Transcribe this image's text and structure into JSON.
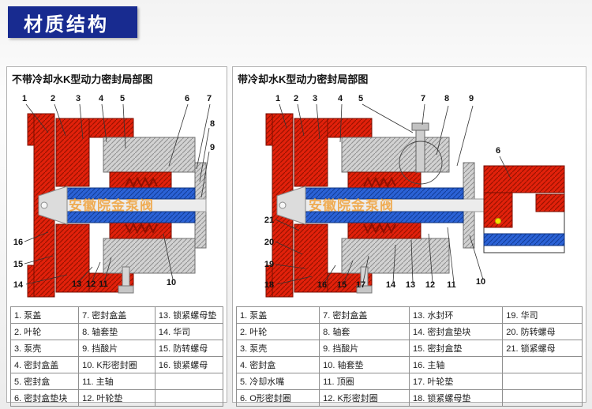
{
  "page": {
    "title": "材质结构"
  },
  "colors": {
    "header_bg": "#182b90",
    "casing_red": "#e2210b",
    "part_gray": "#d2d2d2",
    "sleeve_blue": "#2b62d6",
    "watermark_orange": "#f0a13a"
  },
  "watermark": "安徽院金泵阀",
  "left_panel": {
    "title": "不带冷却水K型动力密封局部图",
    "callouts": [
      "1",
      "2",
      "3",
      "4",
      "5",
      "6",
      "7",
      "8",
      "9",
      "16",
      "15",
      "14",
      "13",
      "12",
      "11",
      "10"
    ],
    "legend": [
      [
        "1. 泵盖",
        "7. 密封盒盖",
        "13. 锁紧螺母垫"
      ],
      [
        "2. 叶轮",
        "8. 轴套垫",
        "14. 华司"
      ],
      [
        "3. 泵壳",
        "9. 挡酸片",
        "15. 防转螺母"
      ],
      [
        "4. 密封盒盖",
        "10. K形密封圈",
        "16. 锁紧螺母"
      ],
      [
        "5. 密封盒",
        "11. 主轴",
        ""
      ],
      [
        "6. 密封盒垫块",
        "12. 叶轮垫",
        ""
      ]
    ]
  },
  "right_panel": {
    "title": "带冷却水K型动力密封局部图",
    "callouts": [
      "1",
      "2",
      "3",
      "4",
      "5",
      "7",
      "8",
      "9",
      "6",
      "21",
      "20",
      "19",
      "18",
      "16",
      "15",
      "17",
      "14",
      "13",
      "12",
      "11",
      "10"
    ],
    "legend": [
      [
        "1. 泵盖",
        "7. 密封盒盖",
        "13. 水封环",
        "19. 华司"
      ],
      [
        "2. 叶轮",
        "8. 轴套",
        "14. 密封盒垫块",
        "20. 防转螺母"
      ],
      [
        "3. 泵壳",
        "9. 挡酸片",
        "15. 密封盒垫",
        "21. 锁紧螺母"
      ],
      [
        "4. 密封盒",
        "10. 轴套垫",
        "16. 主轴",
        ""
      ],
      [
        "5. 冷却水嘴",
        "11. 顶圈",
        "17. 叶轮垫",
        ""
      ],
      [
        "6. O形密封圈",
        "12. K形密封圈",
        "18. 锁紧螺母垫",
        ""
      ]
    ]
  }
}
